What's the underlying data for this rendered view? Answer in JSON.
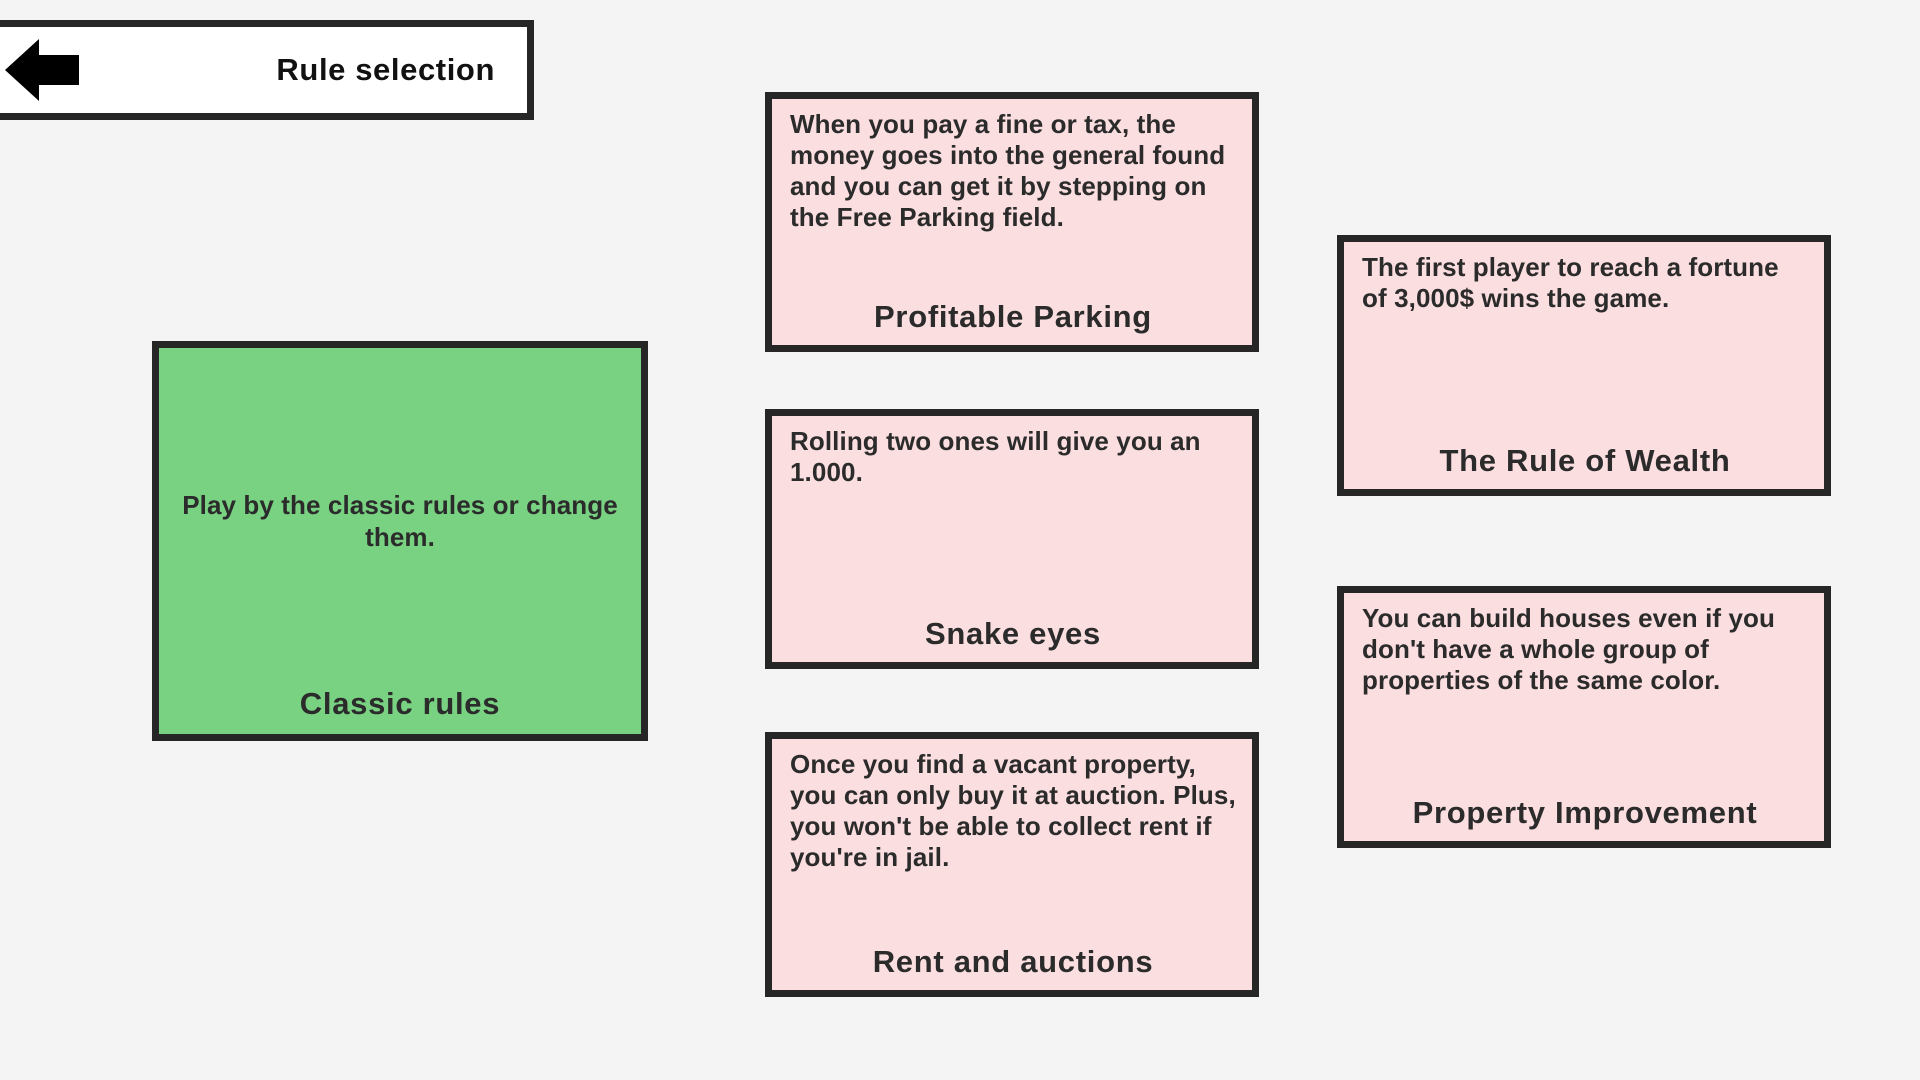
{
  "header": {
    "title": "Rule selection",
    "back_icon": "back-arrow-icon"
  },
  "colors": {
    "background": "#f4f4f4",
    "border": "#262626",
    "classic_card": "#79d182",
    "rule_card": "#fbdee0",
    "header_bar": "#ffffff",
    "text": "#2b2b2b"
  },
  "classic_card": {
    "body": "Play by the classic rules or change them.",
    "title": "Classic rules"
  },
  "rule_cards": [
    {
      "body": "When you pay a fine or tax, the money goes into the general found and you can get it by stepping on the Free Parking field.",
      "title": "Profitable Parking"
    },
    {
      "body": "Rolling two ones will give you an 1.000.",
      "title": "Snake eyes"
    },
    {
      "body": "Once you find a vacant property, you can only buy it at auction. Plus, you won't be able to collect rent if you're in jail.",
      "title": "Rent and auctions"
    },
    {
      "body": "The first player to reach a fortune of 3,000$ wins the game.",
      "title": "The Rule of Wealth"
    },
    {
      "body": "You can build houses even if you don't have a whole group of properties of the same color.",
      "title": "Property Improvement"
    }
  ]
}
